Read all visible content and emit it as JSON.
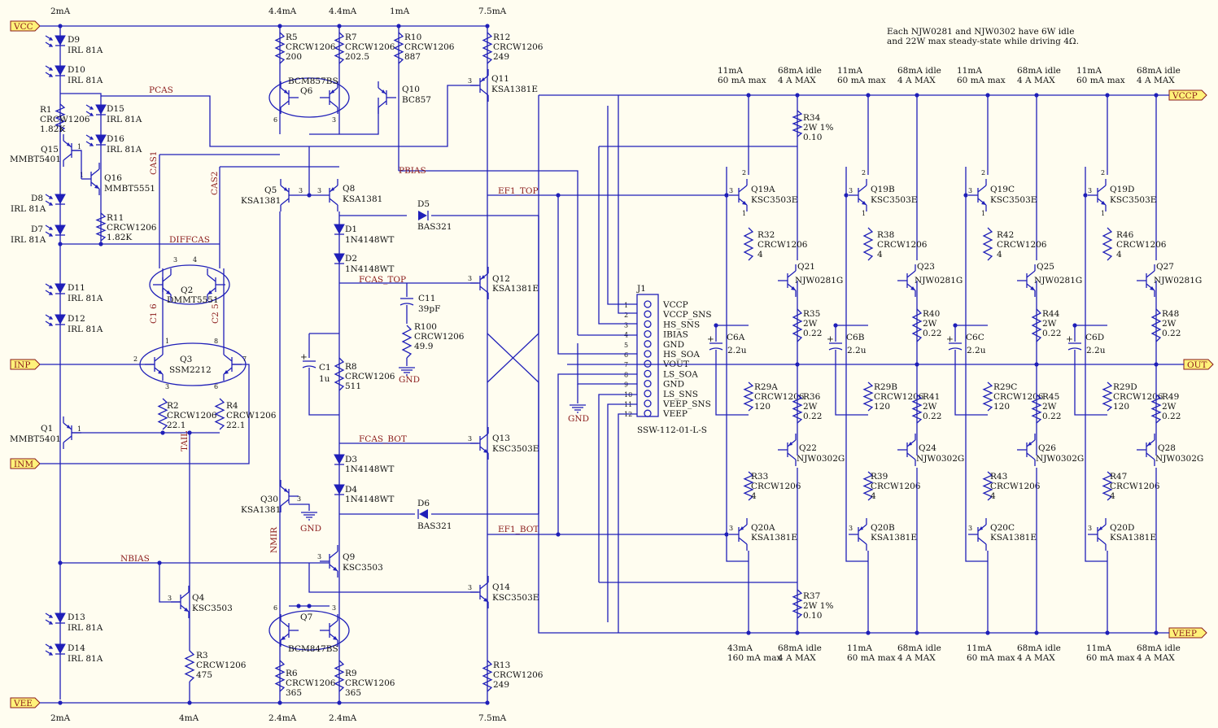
{
  "note": [
    "Each NJW0281 and NJW0302 have 6W idle",
    "and 22W max steady-state while driving 4Ω."
  ],
  "ports": {
    "vcc": "VCC",
    "vee": "VEE",
    "inp": "INP",
    "inm": "INM",
    "vccp": "VCCP",
    "veep": "VEEP",
    "out": "OUT"
  },
  "nets": {
    "pcas": "PCAS",
    "cas1": "CAS1",
    "cas2": "CAS2",
    "diffcas": "DIFFCAS",
    "pbias": "PBIAS",
    "ef1_top": "EF1_TOP",
    "ef1_bot": "EF1_BOT",
    "fcas_top": "FCAS_TOP",
    "fcas_bot": "FCAS_BOT",
    "nbias": "NBIAS",
    "tail": "TAIL",
    "nmir": "NMIR",
    "c1_6": "C1 6",
    "c2_5": "C2 5",
    "gnd": "GND"
  },
  "currents": {
    "top": [
      "2mA",
      "4.4mA",
      "4.4mA",
      "1mA",
      "7.5mA"
    ],
    "bottom": [
      "2mA",
      "4mA",
      "2.4mA",
      "2.4mA",
      "7.5mA"
    ],
    "out_top": [
      [
        "11mA",
        "60 mA max"
      ],
      [
        "68mA idle",
        "4 A MAX"
      ]
    ],
    "out_bot_first": [
      [
        "43mA",
        "160 mA max"
      ],
      [
        "68mA idle",
        "4 A MAX"
      ]
    ],
    "out_bot": [
      [
        "11mA",
        "60 mA max"
      ],
      [
        "68mA idle",
        "4 A MAX"
      ]
    ]
  },
  "leds": [
    {
      "ref": "D9",
      "val": "IRL 81A"
    },
    {
      "ref": "D10",
      "val": "IRL 81A"
    },
    {
      "ref": "D15",
      "val": "IRL 81A"
    },
    {
      "ref": "D16",
      "val": "IRL 81A"
    },
    {
      "ref": "D8",
      "val": "IRL 81A"
    },
    {
      "ref": "D7",
      "val": "IRL 81A"
    },
    {
      "ref": "D11",
      "val": "IRL 81A"
    },
    {
      "ref": "D12",
      "val": "IRL 81A"
    },
    {
      "ref": "D13",
      "val": "IRL 81A"
    },
    {
      "ref": "D14",
      "val": "IRL 81A"
    }
  ],
  "resistors": {
    "r1": [
      "R1",
      "CRCW1206",
      "1.82K"
    ],
    "r11": [
      "R11",
      "CRCW1206",
      "1.82K"
    ],
    "r5": [
      "R5",
      "CRCW1206",
      "200"
    ],
    "r7": [
      "R7",
      "CRCW1206",
      "202.5"
    ],
    "r10": [
      "R10",
      "CRCW1206",
      "887"
    ],
    "r12": [
      "R12",
      "CRCW1206",
      "249"
    ],
    "r2": [
      "R2",
      "CRCW1206",
      "22.1"
    ],
    "r4": [
      "R4",
      "CRCW1206",
      "22.1"
    ],
    "r3": [
      "R3",
      "CRCW1206",
      "475"
    ],
    "r6": [
      "R6",
      "CRCW1206",
      "365"
    ],
    "r9": [
      "R9",
      "CRCW1206",
      "365"
    ],
    "r13": [
      "R13",
      "CRCW1206",
      "249"
    ],
    "r8": [
      "R8",
      "CRCW1206",
      "511"
    ],
    "r100": [
      "R100",
      "CRCW1206",
      "49.9"
    ],
    "r34": [
      "R34",
      "2W 1%",
      "0.10"
    ],
    "r37": [
      "R37",
      "2W 1%",
      "0.10"
    ]
  },
  "transistors": {
    "q15": [
      "Q15",
      "MMBT5401"
    ],
    "q16": [
      "Q16",
      "MMBT5551"
    ],
    "q1": [
      "Q1",
      "MMBT5401"
    ],
    "q6": [
      "Q6",
      "BCM857BS"
    ],
    "q10": [
      "Q10",
      "BC857"
    ],
    "q11": [
      "Q11",
      "KSA1381E"
    ],
    "q5": [
      "Q5",
      "KSA1381"
    ],
    "q8": [
      "Q8",
      "KSA1381"
    ],
    "q2": [
      "Q2",
      "DMMT5551"
    ],
    "q3": [
      "Q3",
      "SSM2212"
    ],
    "q12": [
      "Q12",
      "KSA1381E"
    ],
    "q13": [
      "Q13",
      "KSC3503E"
    ],
    "q30": [
      "Q30",
      "KSA1381"
    ],
    "q9": [
      "Q9",
      "KSC3503"
    ],
    "q4": [
      "Q4",
      "KSC3503"
    ],
    "q7": [
      "Q7",
      "BCM847BS"
    ],
    "q14": [
      "Q14",
      "KSC3503E"
    ]
  },
  "diodes": {
    "d1": [
      "D1",
      "1N4148WT"
    ],
    "d2": [
      "D2",
      "1N4148WT"
    ],
    "d3": [
      "D3",
      "1N4148WT"
    ],
    "d4": [
      "D4",
      "1N4148WT"
    ],
    "d5": [
      "D5",
      "BAS321"
    ],
    "d6": [
      "D6",
      "BAS321"
    ]
  },
  "caps": {
    "c1": [
      "C1",
      "1u"
    ],
    "c11": [
      "C11",
      "39pF"
    ]
  },
  "connector": {
    "ref": "J1",
    "part": "SSW-112-01-L-S",
    "pins": [
      "VCCP",
      "VCCP_SNS",
      "HS_SNS",
      "IBIAS",
      "GND",
      "HS_SOA",
      "VOUT",
      "LS_SOA",
      "GND",
      "LS_SNS",
      "VEEP_SNS",
      "VEEP"
    ]
  },
  "stages": [
    {
      "q19": "Q19A",
      "q19v": "KSC3503E",
      "r32": "R32",
      "q21": "Q21",
      "c6": "C6A",
      "r29": "R29A",
      "r35": "R35",
      "r36": "R36",
      "q22": "Q22",
      "r33": "R33",
      "q20": "Q20A",
      "q20v": "KSA1381E"
    },
    {
      "q19": "Q19B",
      "q19v": "KSC3503E",
      "r32": "R38",
      "q21": "Q23",
      "c6": "C6B",
      "r29": "R29B",
      "r35": "R40",
      "r36": "R41",
      "q22": "Q24",
      "r33": "R39",
      "q20": "Q20B",
      "q20v": "KSA1381E"
    },
    {
      "q19": "Q19C",
      "q19v": "KSC3503E",
      "r32": "R42",
      "q21": "Q25",
      "c6": "C6C",
      "r29": "R29C",
      "r35": "R44",
      "r36": "R45",
      "q22": "Q26",
      "r33": "R43",
      "q20": "Q20C",
      "q20v": "KSA1381E"
    },
    {
      "q19": "Q19D",
      "q19v": "KSC3503E",
      "r32": "R46",
      "q21": "Q27",
      "c6": "C6D",
      "r29": "R29D",
      "r35": "R48",
      "r36": "R49",
      "q22": "Q28",
      "r33": "R47",
      "q20": "Q20D",
      "q20v": "KSA1381E"
    }
  ],
  "stage_vals": {
    "rb": "CRCW1206",
    "rb_v": "4",
    "npn_out": "NJW0281G",
    "pnp_out": "NJW0302G",
    "re": "2W",
    "re_v": "0.22",
    "cap_v": "2.2u",
    "r29_v": "120"
  },
  "colors": {
    "wire": "#1f1fb8",
    "net": "#8a1a1a",
    "port_fill": "#fff27a",
    "background": "#fffdf0"
  }
}
